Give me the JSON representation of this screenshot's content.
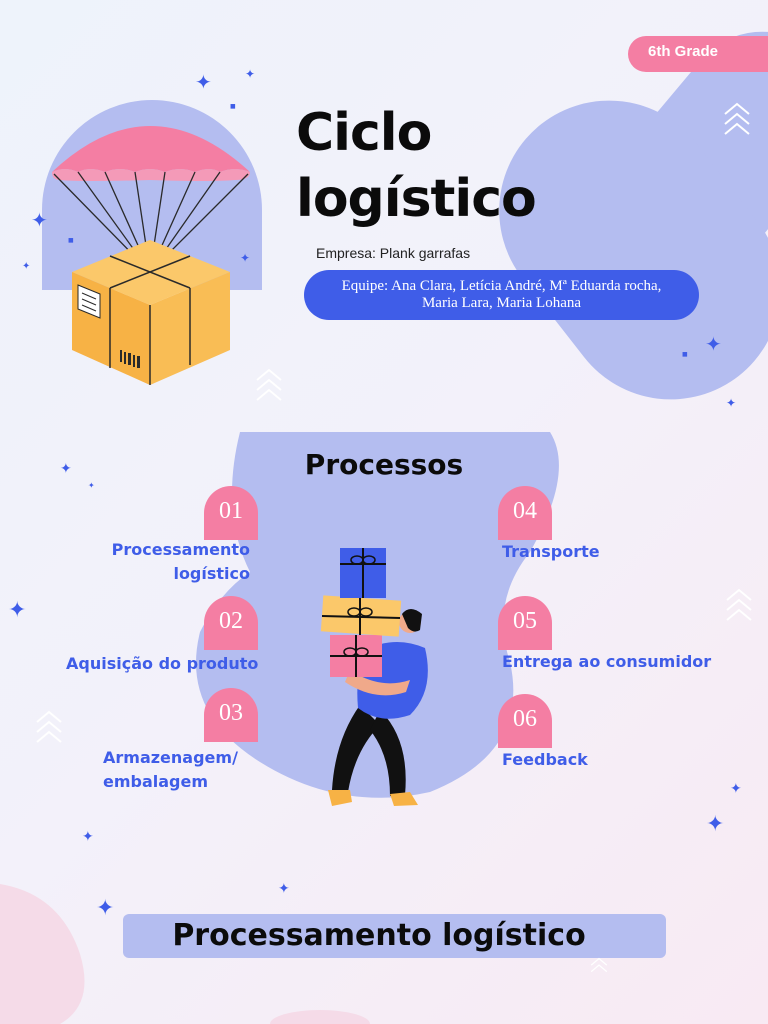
{
  "slide1": {
    "grade_badge": "6th Grade",
    "title_line1": "Ciclo",
    "title_line2": "logístico",
    "company": "Empresa: Plank garrafas",
    "team": "Equipe: Ana Clara, Letícia André, Mª Eduarda rocha, Maria Lara, Maria Lohana"
  },
  "slide2": {
    "title": "Processos",
    "steps": [
      {
        "number": "01",
        "label_line1": "Processamento",
        "label_line2": "logístico"
      },
      {
        "number": "02",
        "label_line1": "Aquisição do produto",
        "label_line2": ""
      },
      {
        "number": "03",
        "label_line1": "Armazenagem/",
        "label_line2": "embalagem"
      },
      {
        "number": "04",
        "label_line1": "Transporte",
        "label_line2": ""
      },
      {
        "number": "05",
        "label_line1": "Entrega ao consumidor",
        "label_line2": ""
      },
      {
        "number": "06",
        "label_line1": "Feedback",
        "label_line2": ""
      }
    ]
  },
  "slide3": {
    "title": "Processamento logístico"
  },
  "colors": {
    "accent_blue": "#3f5de8",
    "accent_pink": "#f47ea3",
    "lavender": "#b4bdf0",
    "box_orange": "#f7b245"
  },
  "icons": [
    "sparkle-star-icon",
    "chevron-stack-icon",
    "parachute-box-illustration",
    "person-carrying-gifts-illustration"
  ]
}
